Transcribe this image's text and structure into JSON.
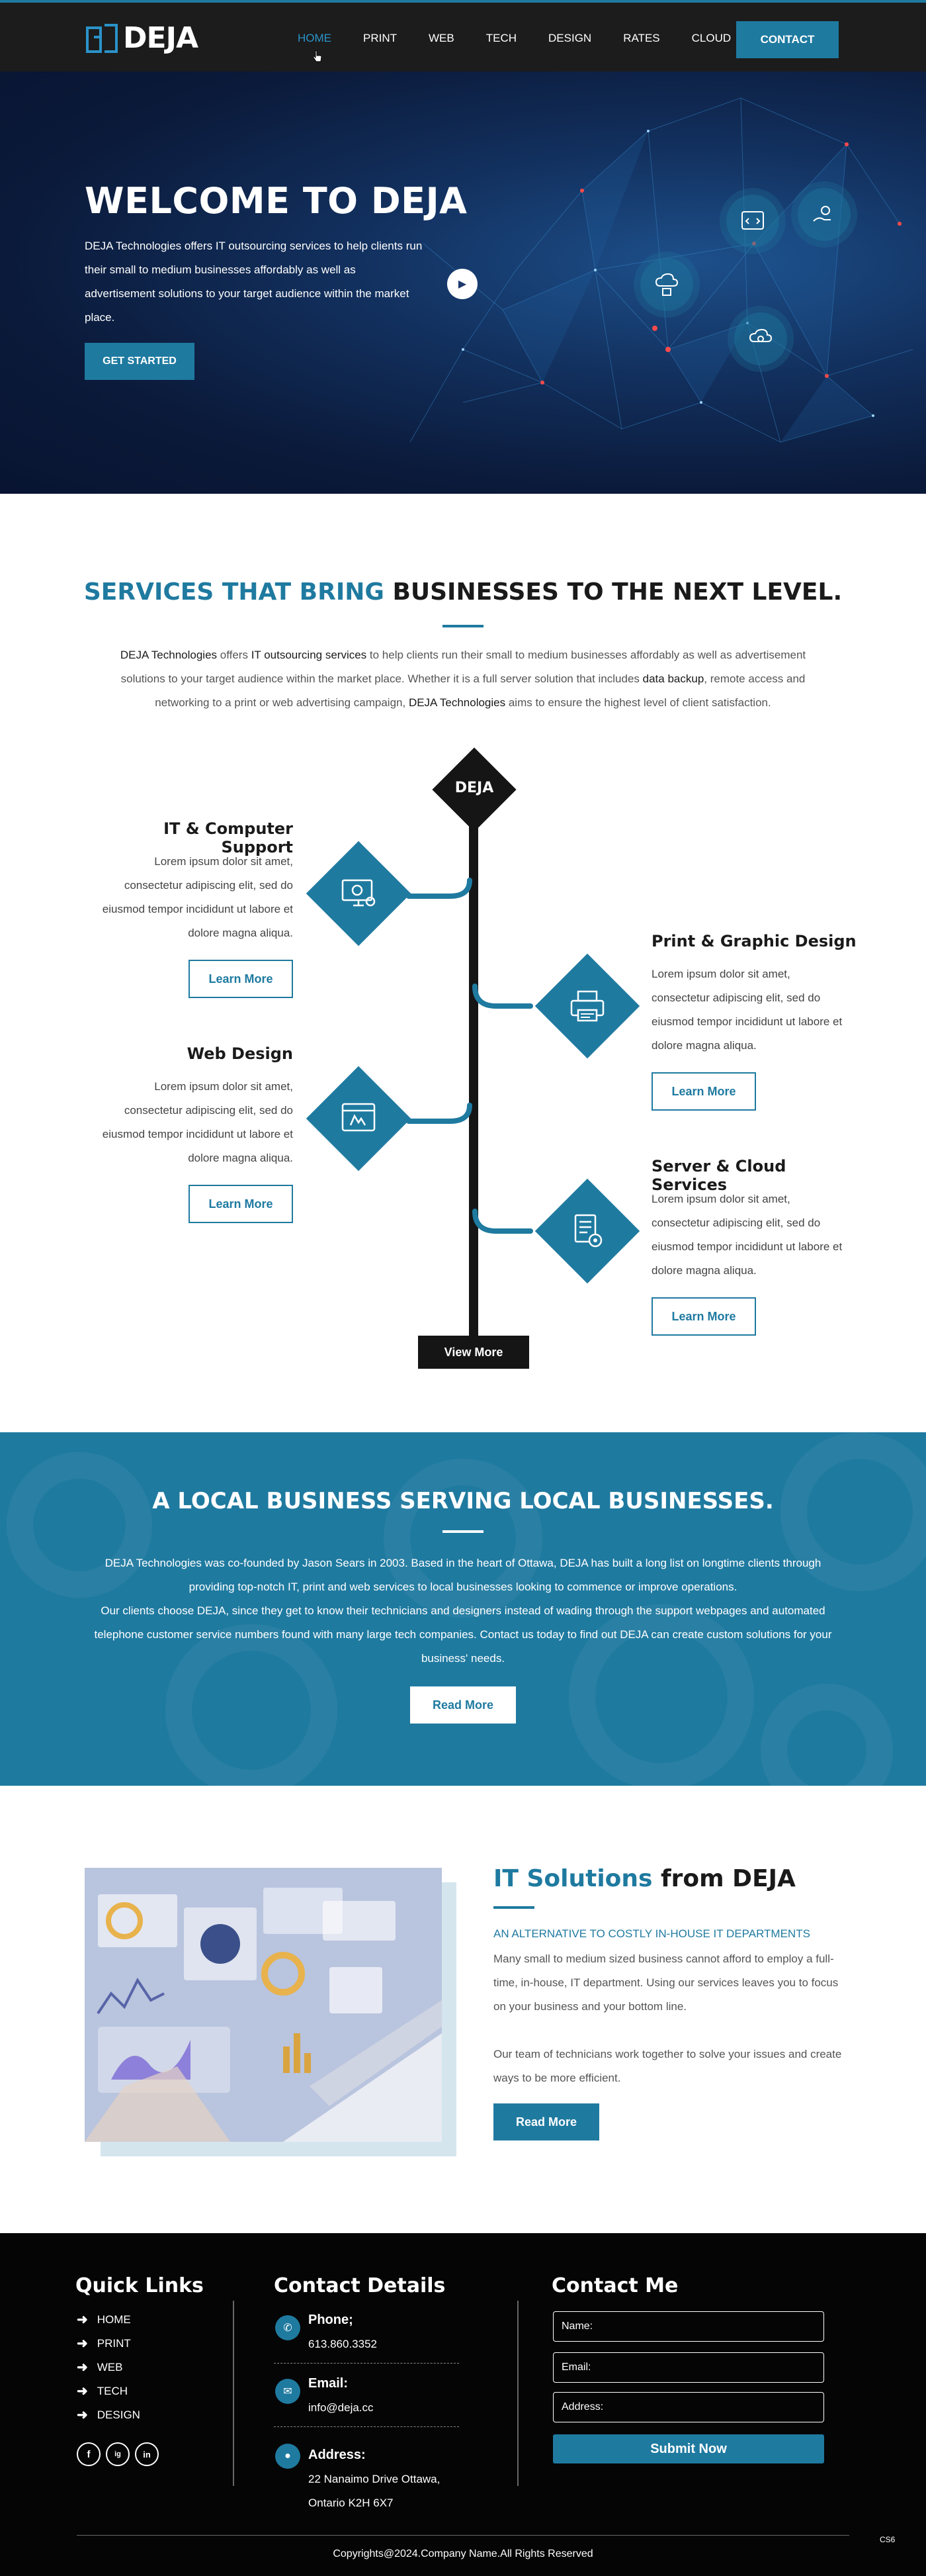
{
  "header": {
    "logo_text": "DEJA",
    "nav": [
      "HOME",
      "PRINT",
      "WEB",
      "TECH",
      "DESIGN",
      "RATES",
      "CLOUD"
    ],
    "active_nav": "HOME",
    "contact_label": "CONTACT"
  },
  "hero": {
    "title": "WELCOME TO DEJA",
    "text": "DEJA Technologies offers IT outsourcing services to help clients run their small to medium businesses affordably as well as advertisement solutions to your target audience within the market place.",
    "button_label": "GET STARTED"
  },
  "services": {
    "title_accent": "SERVICES THAT BRING",
    "title_rest": "BUSINESSES TO THE NEXT LEVEL.",
    "intro": {
      "p1": "DEJA Technologies",
      "p2": " offers ",
      "p3": "IT outsourcing services",
      "p4": " to help clients run their small to medium businesses affordably as well as advertisement solutions to your target audience within the market place. Whether it is a full server solution that includes ",
      "p5": "data backup",
      "p6": ", remote access and networking to a print or web advertising campaign, ",
      "p7": "DEJA Technologies",
      "p8": " aims to ensure the highest level of client satisfaction."
    },
    "timeline_logo": "DEJA",
    "items": [
      {
        "title": "IT & Computer Support",
        "text": "Lorem ipsum dolor sit amet, consectetur adipiscing elit, sed do eiusmod tempor incididunt ut labore et dolore magna aliqua.",
        "button": "Learn More"
      },
      {
        "title": "Print & Graphic Design",
        "text": "Lorem ipsum dolor sit amet, consectetur adipiscing elit, sed do eiusmod tempor incididunt ut labore et dolore magna aliqua.",
        "button": "Learn More"
      },
      {
        "title": "Web Design",
        "text": "Lorem ipsum dolor sit amet, consectetur adipiscing elit, sed do eiusmod tempor incididunt ut labore et dolore magna aliqua.",
        "button": "Learn More"
      },
      {
        "title": "Server & Cloud Services",
        "text": "Lorem ipsum dolor sit amet, consectetur adipiscing elit, sed do eiusmod tempor incididunt ut labore et dolore magna aliqua.",
        "button": "Learn More"
      }
    ],
    "view_more": "View More"
  },
  "local": {
    "title": "A LOCAL BUSINESS SERVING LOCAL BUSINESSES.",
    "p1": "DEJA Technologies was co-founded by Jason Sears in 2003. Based in the heart of Ottawa, DEJA has built a long list on longtime clients through providing top-notch IT, print and web services to local businesses looking to commence or improve operations.",
    "p2": "Our clients choose DEJA, since they get to know their technicians and designers instead of wading through the support webpages and automated telephone customer service numbers found with many large tech companies. Contact us today to find out DEJA can create custom solutions for your business' needs.",
    "button": "Read More"
  },
  "it": {
    "title_accent": "IT Solutions",
    "title_rest": " from DEJA",
    "subtitle": "AN ALTERNATIVE TO COSTLY IN-HOUSE IT DEPARTMENTS",
    "p1": "Many small to medium sized business cannot afford to employ a full-time, in-house, IT department. Using our services leaves you to focus on your business and your bottom line.",
    "p2": "Our team of technicians work together to solve your issues and create ways to be more efficient.",
    "button": "Read More"
  },
  "footer": {
    "quick_links_title": "Quick Links",
    "quick_links": [
      "HOME",
      "PRINT",
      "WEB",
      "TECH",
      "DESIGN"
    ],
    "social": [
      "f",
      "ig",
      "in"
    ],
    "contact_title": "Contact Details",
    "phone_label": "Phone;",
    "phone": "613.860.3352",
    "email_label": "Email:",
    "email": "info@deja.cc",
    "address_label": "Address:",
    "address_line1": "22 Nanaimo Drive Ottawa,",
    "address_line2": "Ontario K2H 6X7",
    "contact_me_title": "Contact Me",
    "name_placeholder": "Name:",
    "email_placeholder": "Email:",
    "address_placeholder": "Address:",
    "submit": "Submit Now",
    "copyright": "Copyrights@2024.Company Name.All Rights Reserved",
    "badge": "CS6"
  },
  "colors": {
    "accent": "#1f7aa0",
    "dark": "#151515",
    "footer": "#050505"
  }
}
